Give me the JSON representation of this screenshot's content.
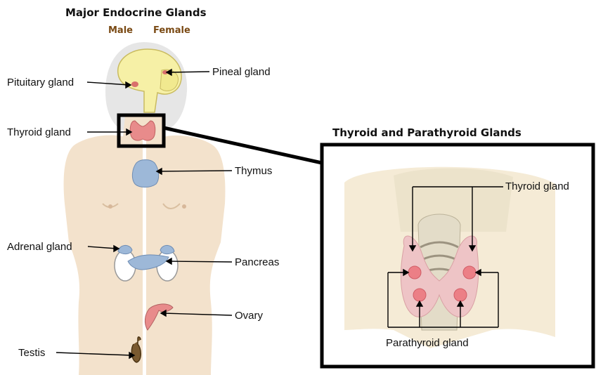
{
  "title": "Major Endocrine Glands",
  "sex_labels": {
    "male": "Male",
    "female": "Female"
  },
  "left_labels": {
    "pituitary": "Pituitary gland",
    "thyroid": "Thyroid gland",
    "adrenal": "Adrenal gland",
    "testis": "Testis"
  },
  "right_labels": {
    "pineal": "Pineal gland",
    "thymus": "Thymus",
    "pancreas": "Pancreas",
    "ovary": "Ovary"
  },
  "inset": {
    "title": "Thyroid and Parathyroid Glands",
    "thyroid_label": "Thyroid gland",
    "parathyroid_label": "Parathyroid gland"
  },
  "colors": {
    "skin": "#f3e2cc",
    "brain": "#f6f0a6",
    "thyroid": "#e88b8b",
    "thymus": "#9db8d8",
    "adrenal": "#9db8d8",
    "sex_label": "#7a4a14",
    "inset_border": "#000000"
  }
}
